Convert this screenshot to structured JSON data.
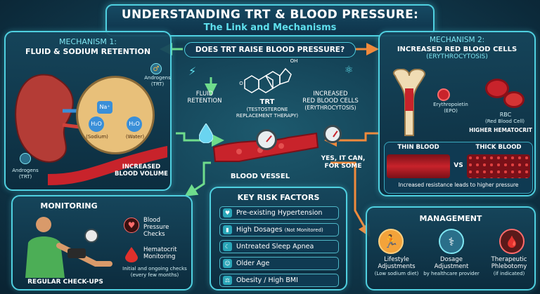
{
  "title": {
    "main": "UNDERSTANDING TRT & BLOOD PRESSURE:",
    "sub": "The Link and Mechanisms"
  },
  "question": "DOES TRT RAISE BLOOD PRESSURE?",
  "mechanism1": {
    "heading_line1": "MECHANISM 1:",
    "heading_line2": "FLUID & SODIUM RETENTION",
    "androgens_top": "Androgens",
    "androgens_top_sub": "(TRT)",
    "androgens_bottom": "Androgens",
    "androgens_bottom_sub": "(TRT)",
    "na": "Na⁺",
    "h2o": "H₂O",
    "sodium": "(Sodium)",
    "water": "(Water)",
    "increased_bv_1": "INCREASED",
    "increased_bv_2": "BLOOD VOLUME"
  },
  "mechanism2": {
    "heading_line1": "MECHANISM 2:",
    "heading_line2": "INCREASED RED BLOOD CELLS",
    "heading_line3": "(ERYTHROCYTOSIS)",
    "epo": "Erythropoietin",
    "epo_sub": "(EPO)",
    "rbc": "RBC",
    "rbc_sub": "(Red Blood Cell)",
    "hematocrit": "HIGHER HEMATOCRIT",
    "thin": "THIN BLOOD",
    "thick": "THICK BLOOD",
    "vs": "VS",
    "resistance": "Increased resistance leads to higher pressure"
  },
  "center": {
    "fluid_1": "FLUID",
    "fluid_2": "RETENTION",
    "trt": "TRT",
    "trt_sub_1": "(TESTOSTERONE",
    "trt_sub_2": "REPLACEMENT THERAPY)",
    "irbc_1": "INCREASED",
    "irbc_2": "RED BLOOD CELLS",
    "irbc_3": "(ERYTHROCYTOSIS)",
    "oh": "OH",
    "o": "O",
    "vessel": "BLOOD VESSEL",
    "answer_1": "YES, IT CAN,",
    "answer_2": "FOR SOME"
  },
  "risk": {
    "heading": "KEY RISK FACTORS",
    "items": [
      {
        "label": "Pre-existing Hypertension",
        "note": ""
      },
      {
        "label": "High Dosages",
        "note": "(Not Monitored)"
      },
      {
        "label": "Untreated Sleep Apnea",
        "note": ""
      },
      {
        "label": "Older Age",
        "note": ""
      },
      {
        "label": "Obesity / High BMI",
        "note": ""
      }
    ]
  },
  "monitoring": {
    "heading": "MONITORING",
    "bp_1": "Blood",
    "bp_2": "Pressure",
    "bp_3": "Checks",
    "hct_1": "Hematocrit",
    "hct_2": "Monitoring",
    "note_1": "Initial and ongoing checks",
    "note_2": "(every few months)",
    "footer": "REGULAR CHECK-UPS"
  },
  "management": {
    "heading": "MANAGEMENT",
    "items": [
      {
        "title_1": "Lifestyle",
        "title_2": "Adjustments",
        "sub_1": "(Low sodium diet)",
        "sub_2": ""
      },
      {
        "title_1": "Dosage",
        "title_2": "Adjustment",
        "sub_1": "by healthcare provider",
        "sub_2": ""
      },
      {
        "title_1": "Therapeutic",
        "title_2": "Phlebotomy",
        "sub_1": "(if indicated)",
        "sub_2": ""
      }
    ]
  },
  "colors": {
    "accent": "#4fd0e0",
    "blood": "#c8232b",
    "arrow_green": "#6fdc8c",
    "arrow_orange": "#f08a3c",
    "panel_bg": "#164a63"
  }
}
